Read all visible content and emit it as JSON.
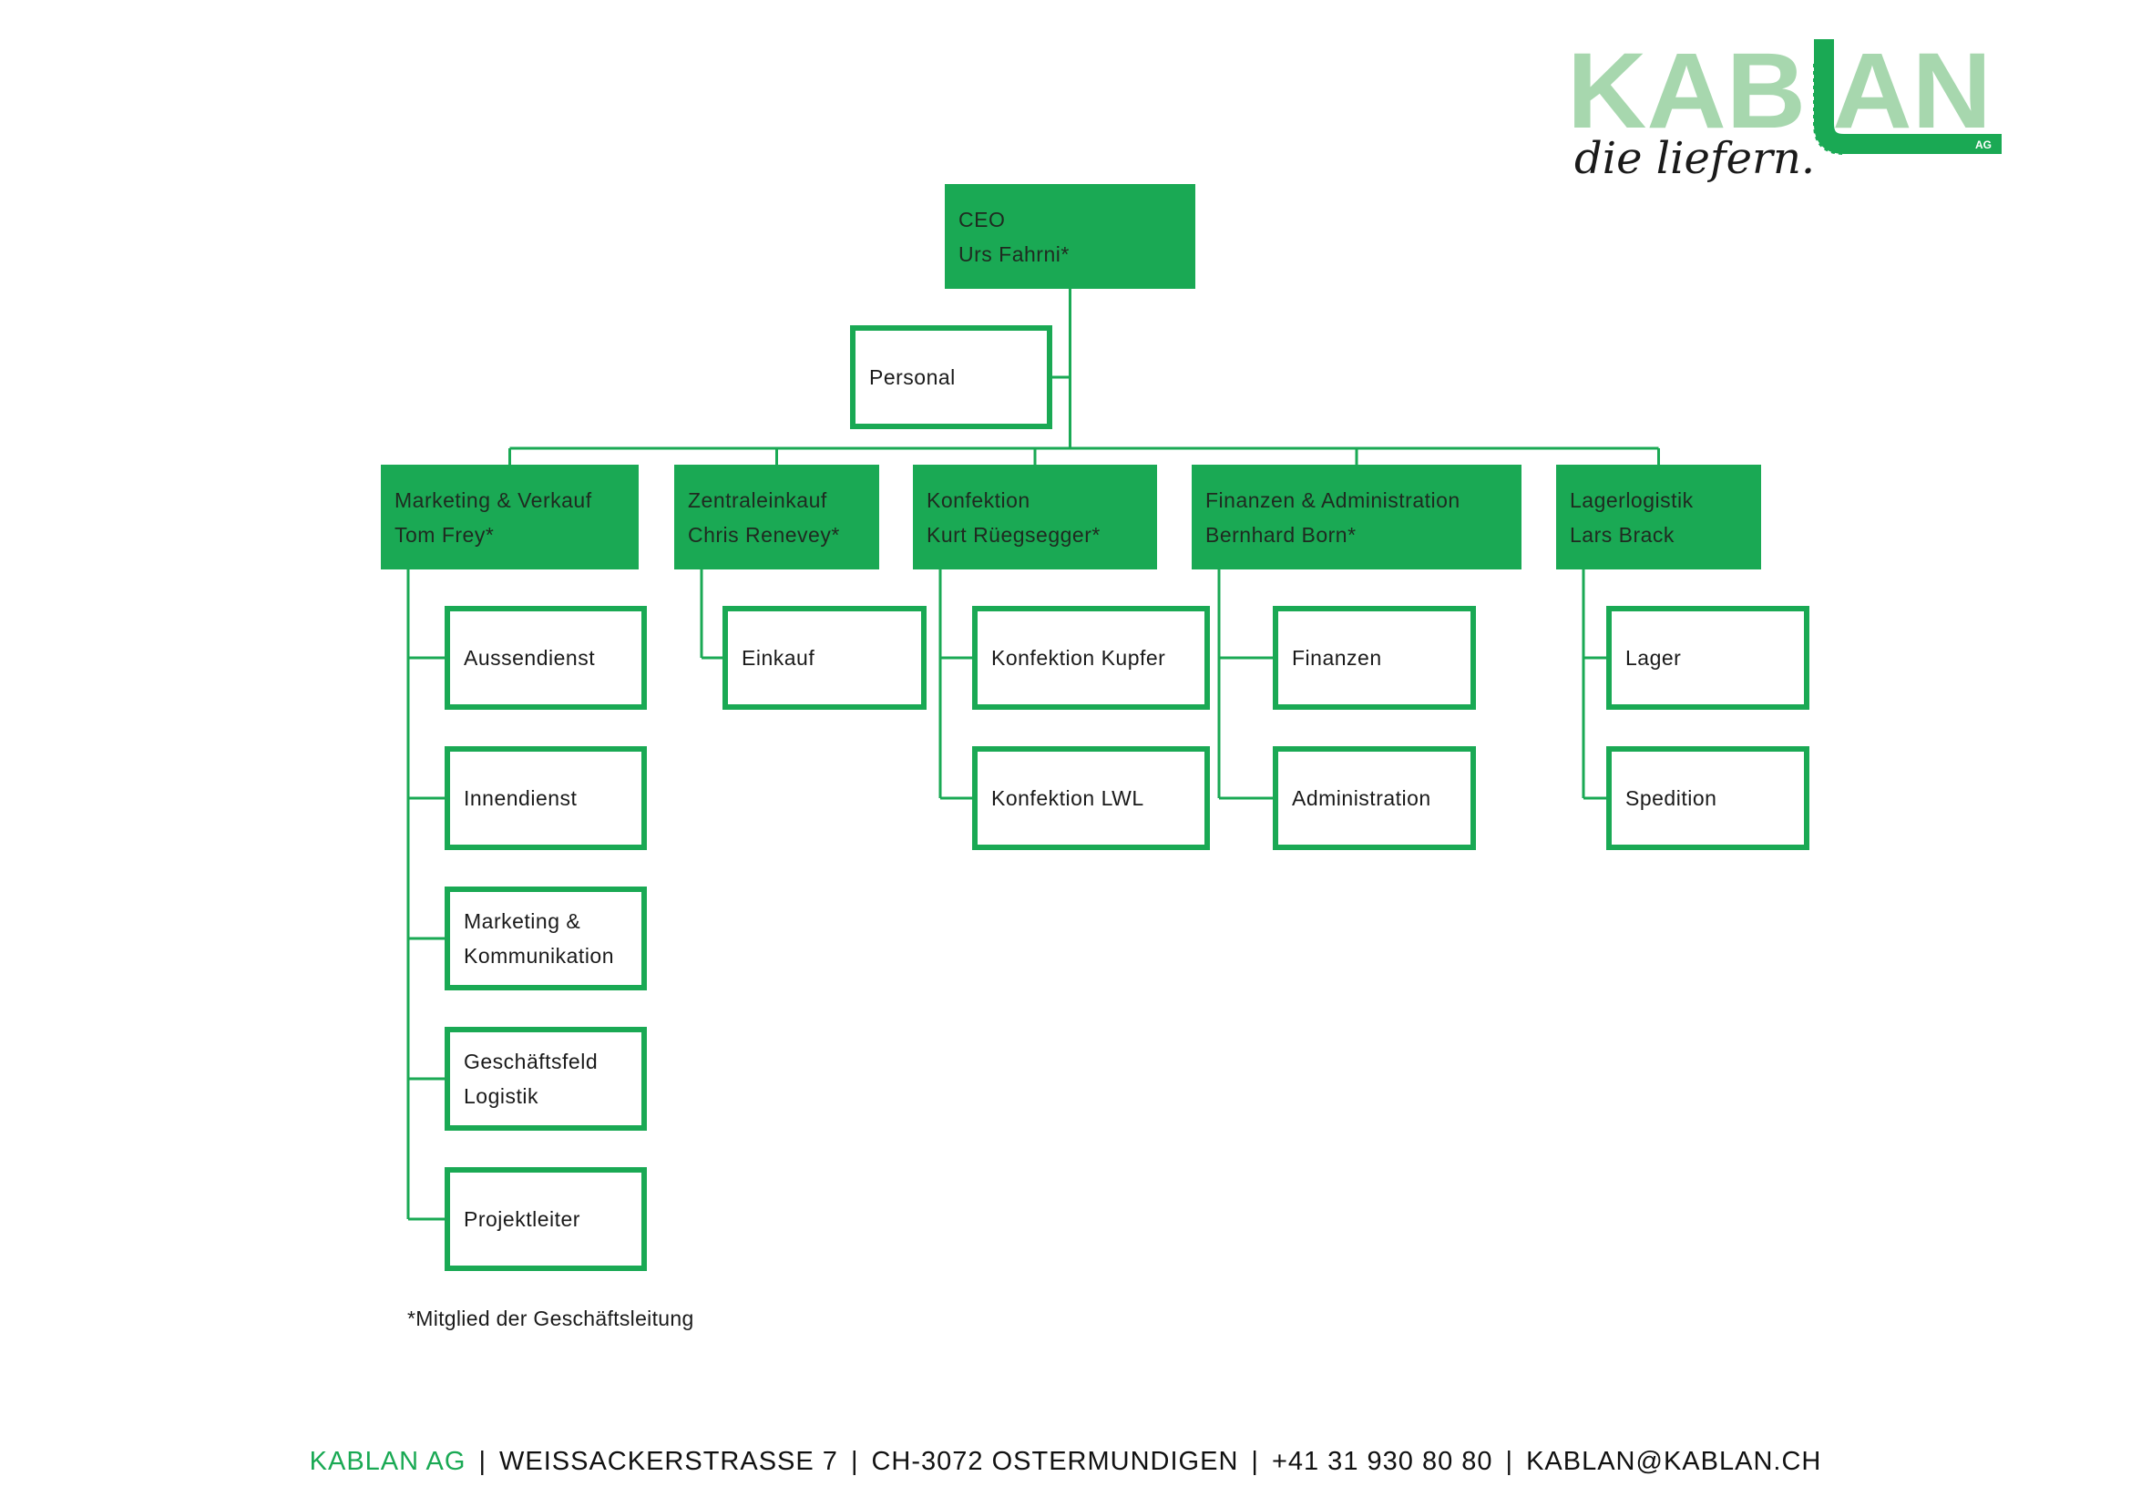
{
  "colors": {
    "primary": "#1aa954",
    "logo_light": "#a7d7ae",
    "text": "#1a1a1a"
  },
  "logo": {
    "word": "KABLAN",
    "tagline": "die liefern.",
    "badge": "AG"
  },
  "ceo": {
    "title": "CEO",
    "name": "Urs Fahrni*"
  },
  "staff": {
    "personal": "Personal"
  },
  "departments": [
    {
      "title": "Marketing & Verkauf",
      "name": "Tom Frey*",
      "units": [
        [
          "Aussendienst"
        ],
        [
          "Innendienst"
        ],
        [
          "Marketing &",
          "Kommunikation"
        ],
        [
          "Geschäftsfeld",
          "Logistik"
        ],
        [
          "Projektleiter"
        ]
      ]
    },
    {
      "title": "Zentraleinkauf",
      "name": "Chris Renevey*",
      "units": [
        [
          "Einkauf"
        ]
      ]
    },
    {
      "title": "Konfektion",
      "name": "Kurt Rüegsegger*",
      "units": [
        [
          "Konfektion Kupfer"
        ],
        [
          "Konfektion LWL"
        ]
      ]
    },
    {
      "title": "Finanzen & Administration",
      "name": "Bernhard Born*",
      "units": [
        [
          "Finanzen"
        ],
        [
          "Administration"
        ]
      ]
    },
    {
      "title": "Lagerlogistik",
      "name": "Lars Brack",
      "units": [
        [
          "Lager"
        ],
        [
          "Spedition"
        ]
      ]
    }
  ],
  "footnote": "*Mitglied der Geschäftsleitung",
  "footer": {
    "company": "KABLAN AG",
    "address": "WEISSACKERSTRASSE 7",
    "city": "CH-3072 OSTERMUNDIGEN",
    "phone": "+41 31 930 80 80",
    "email": "KABLAN@KABLAN.CH"
  }
}
